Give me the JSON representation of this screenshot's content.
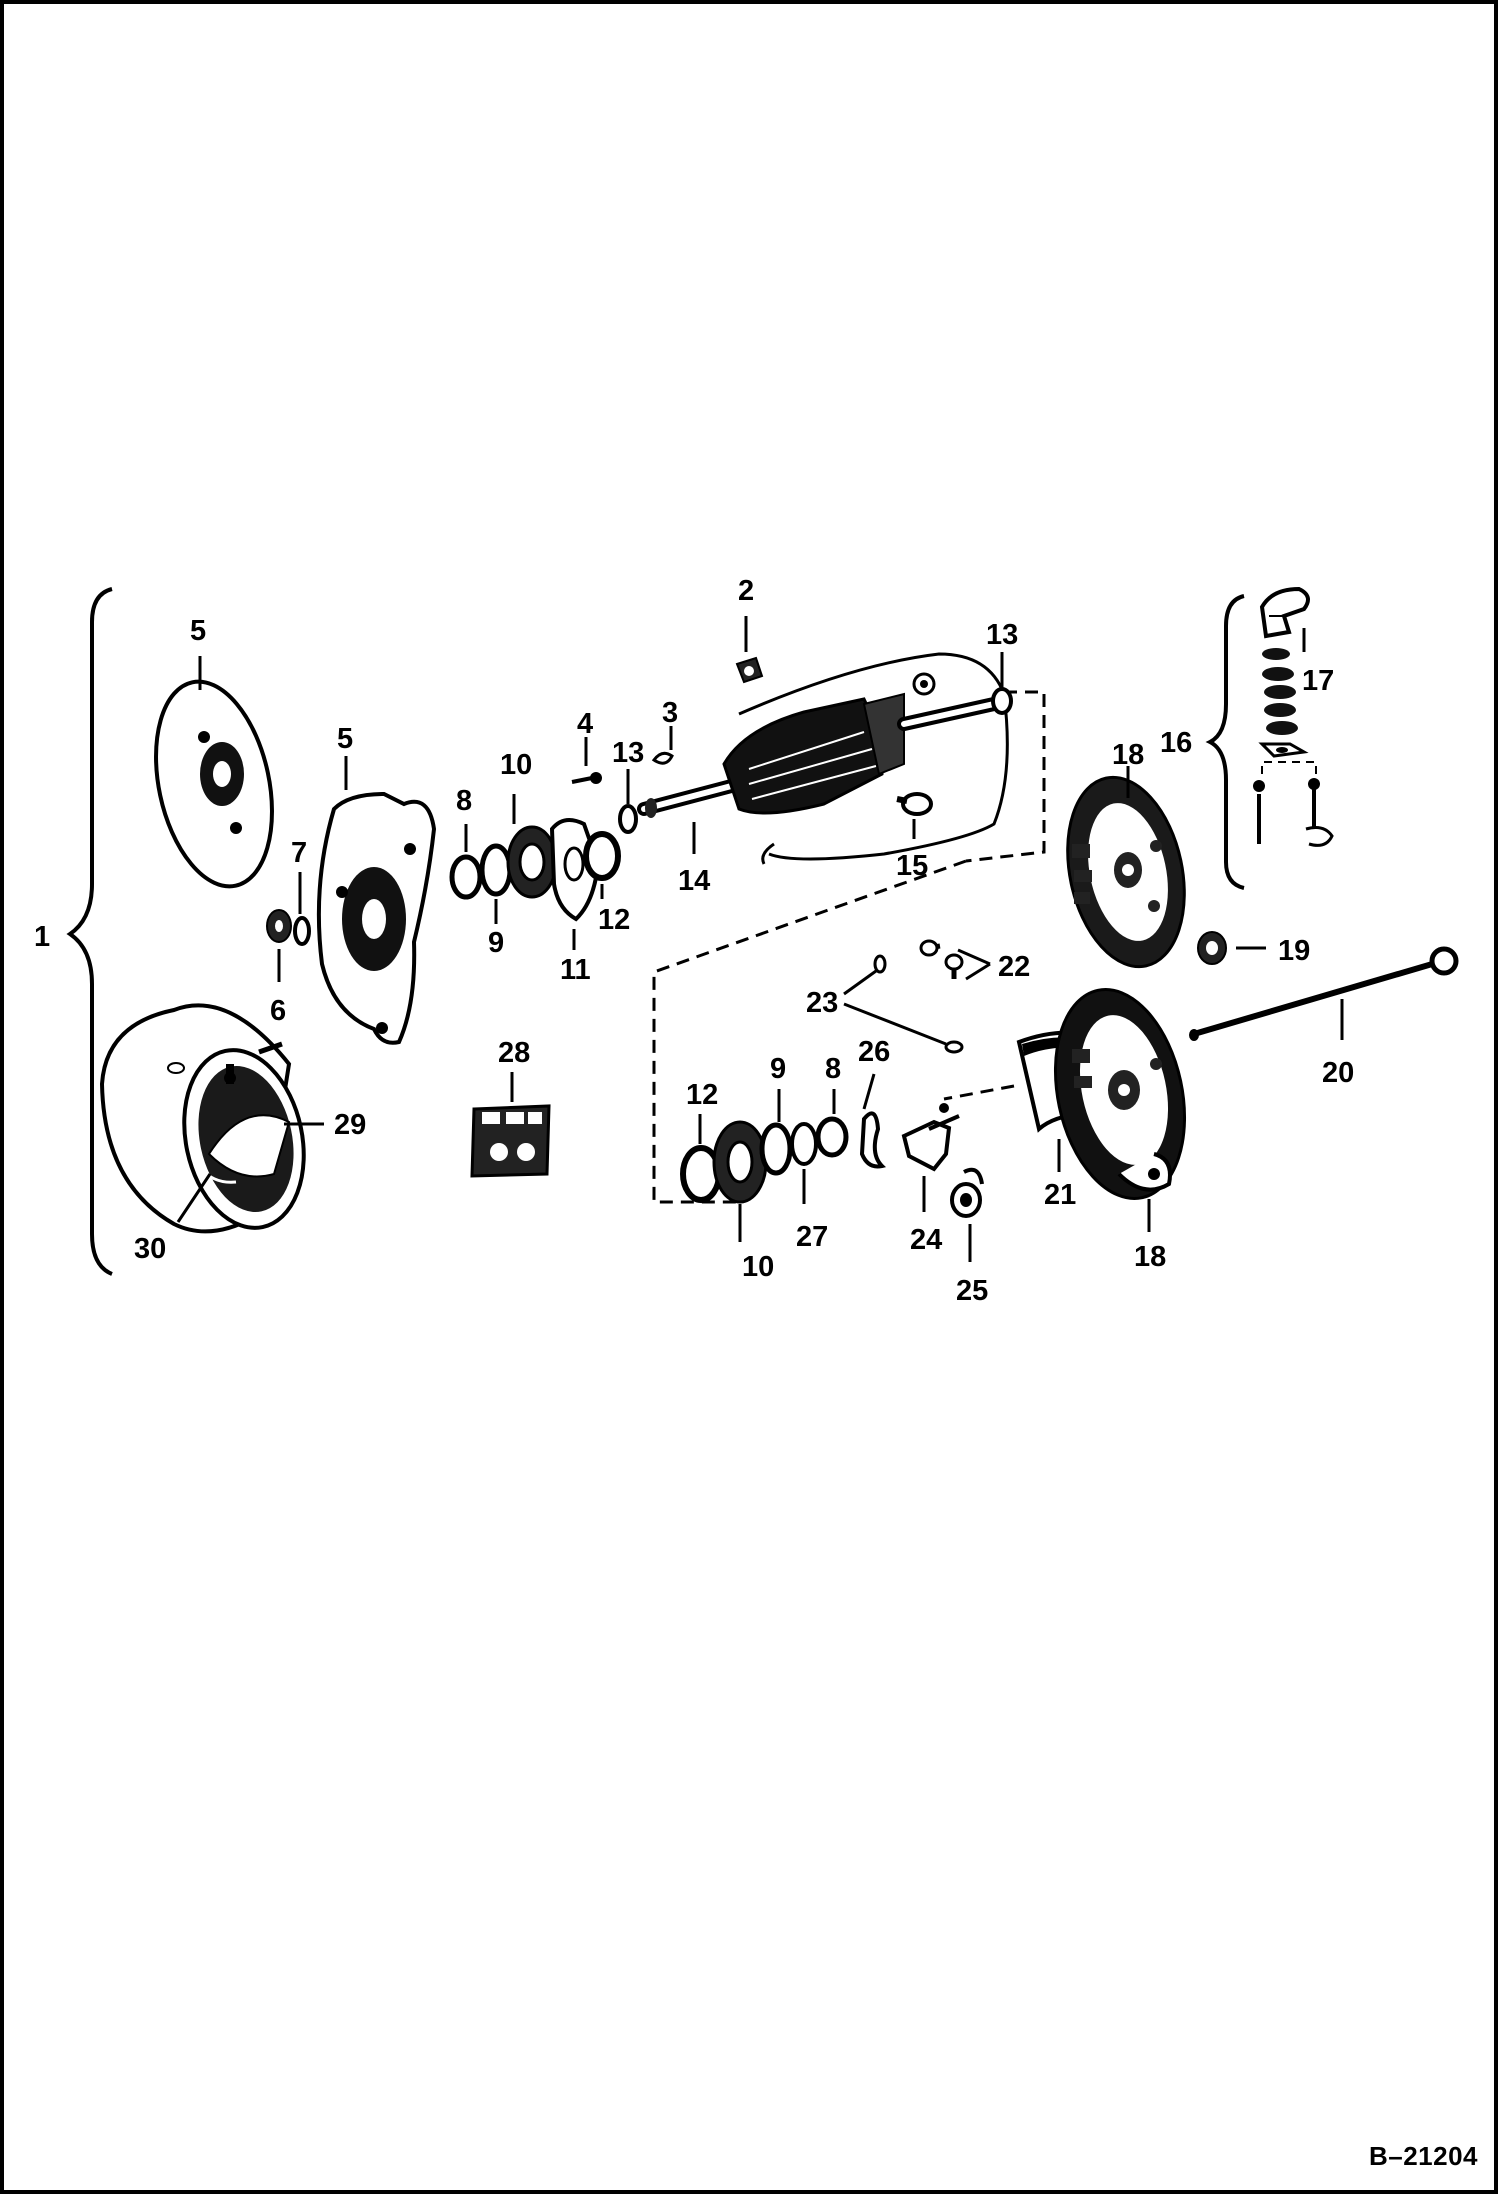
{
  "diagram": {
    "reference_code": "B–21204",
    "labels": {
      "l1": "1",
      "l2": "2",
      "l3": "3",
      "l4": "4",
      "l5a": "5",
      "l5b": "5",
      "l6": "6",
      "l7": "7",
      "l8a": "8",
      "l8b": "8",
      "l9a": "9",
      "l9b": "9",
      "l10a": "10",
      "l10b": "10",
      "l11": "11",
      "l12a": "12",
      "l12b": "12",
      "l13a": "13",
      "l13b": "13",
      "l14": "14",
      "l15": "15",
      "l16": "16",
      "l17": "17",
      "l18a": "18",
      "l18b": "18",
      "l19": "19",
      "l20": "20",
      "l21": "21",
      "l22": "22",
      "l23": "23",
      "l24": "24",
      "l25": "25",
      "l26": "26",
      "l27": "27",
      "l28": "28",
      "l29": "29",
      "l30": "30"
    }
  }
}
